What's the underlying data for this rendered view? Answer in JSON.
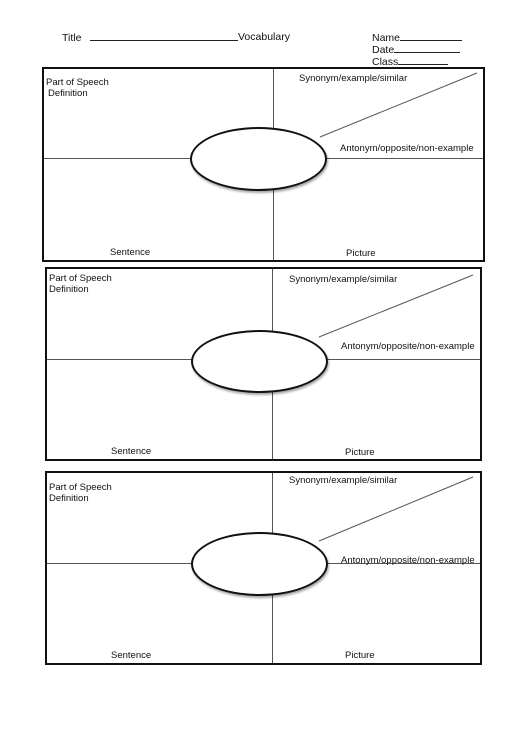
{
  "header": {
    "title_label": "Title",
    "vocabulary_label": "Vocabulary",
    "name_label": "Name",
    "date_label": "Date",
    "class_label": "Class"
  },
  "frayer": {
    "part_of_speech": "Part of Speech",
    "definition": "Definition",
    "synonym": "Synonym/example/similar",
    "antonym": "Antonym/opposite/non-example",
    "sentence": "Sentence",
    "picture": "Picture"
  }
}
